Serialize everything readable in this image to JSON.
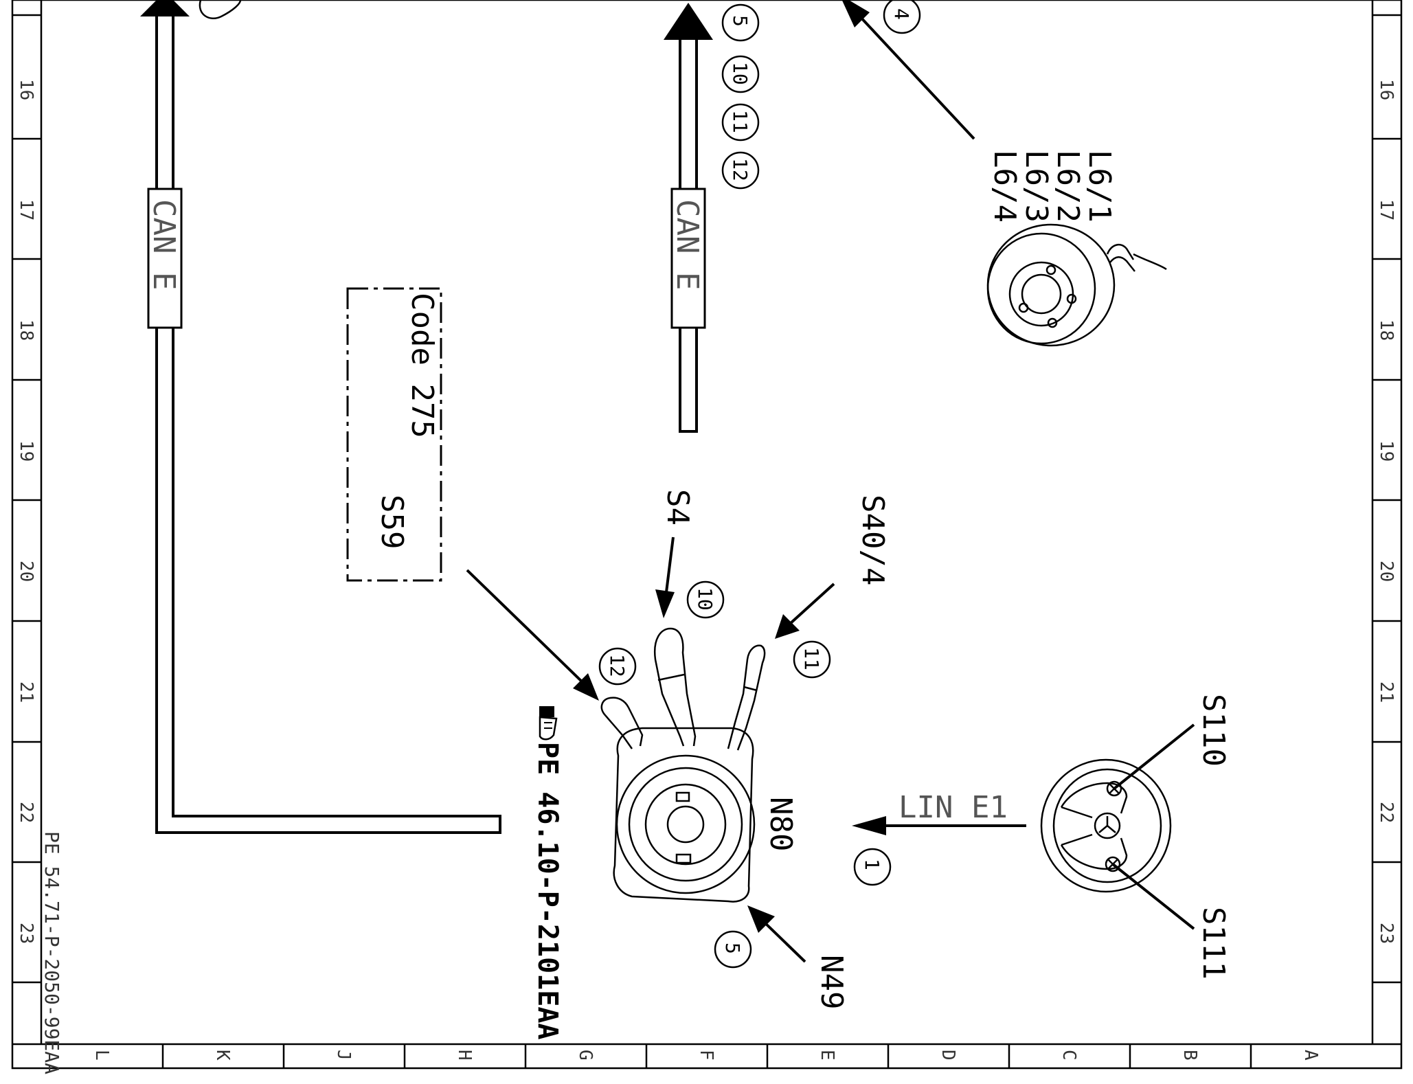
{
  "drawing": {
    "reference": "PE 54.71-P-2050-99EAA",
    "note_reference": "PE 46.10-P-2101EAA",
    "row_ticks": [
      "16",
      "17",
      "18",
      "19",
      "20",
      "21",
      "22",
      "23"
    ],
    "column_ticks": [
      "L",
      "K",
      "J",
      "H",
      "G",
      "F",
      "E",
      "D",
      "C",
      "B",
      "A"
    ]
  },
  "buses": {
    "left": "CAN E",
    "right": "CAN E",
    "lin": "LIN E1"
  },
  "code_box": {
    "code": "Code 275",
    "component": "S59"
  },
  "components": {
    "steering_col_switches": "N80",
    "turn_signal_switch": "S4",
    "cruise_switch": "S40/4",
    "ignition_lock": "N49",
    "wheel_button_left": "S110",
    "wheel_button_right": "S111",
    "speakers": [
      "L6/1",
      "L6/2",
      "L6/3",
      "L6/4"
    ]
  },
  "callouts": {
    "top_group": [
      "5",
      "10",
      "11",
      "12"
    ],
    "top_right": "4",
    "lever_left": "12",
    "lever_middle": "10",
    "lever_right": "11",
    "lin": "1",
    "bottom": "5"
  },
  "icons": {
    "note": "pointing-hand-icon",
    "logo": "mercedes-star-icon"
  }
}
